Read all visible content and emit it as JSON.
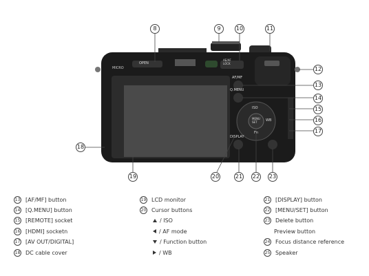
{
  "camera": {
    "brand_mark": "MICRO",
    "labels": {
      "open": "OPEN",
      "ae_af_lock": "AE/AF\nLOCK",
      "af_mf": "AF/MF",
      "q_menu": "Q.MENU",
      "iso": "ISO",
      "wb": "WB",
      "fn": "Fn",
      "menu_set": "MENU\nSET",
      "display": "DISPLAY"
    }
  },
  "callouts": [
    "8",
    "9",
    "10",
    "11",
    "12",
    "13",
    "14",
    "15",
    "16",
    "17",
    "18",
    "19",
    "20",
    "21",
    "22",
    "23"
  ],
  "legend": {
    "col1": [
      {
        "num": "13",
        "text": "[AF/MF] button"
      },
      {
        "num": "14",
        "text": "[Q.MENU] button"
      },
      {
        "num": "15",
        "text": "[REMOTE] socket"
      },
      {
        "num": "16",
        "text": "[HDMI] socketn"
      },
      {
        "num": "17",
        "text": "[AV OUT/DIGITAL]"
      },
      {
        "num": "18",
        "text": "DC cable cover"
      }
    ],
    "col2": [
      {
        "num": "19",
        "text": "LCD monitor"
      },
      {
        "num": "20",
        "text": "Cursor buttons"
      },
      {
        "dir": "up",
        "text": "/ ISO"
      },
      {
        "dir": "left",
        "text": "/ AF mode"
      },
      {
        "dir": "down",
        "text": "/ Function button"
      },
      {
        "dir": "right",
        "text": "/ WB"
      }
    ],
    "col3": [
      {
        "num": "21",
        "text": "[DISPLAY] button"
      },
      {
        "num": "22",
        "text": "[MENU/SET] button"
      },
      {
        "num": "23",
        "text": "Delete button"
      },
      {
        "num": "",
        "text": "Preview button"
      },
      {
        "num": "24",
        "text": "Focus distance reference"
      },
      {
        "num": "25",
        "text": "Speaker"
      }
    ]
  },
  "colors": {
    "body": "#1b1b1b",
    "screen": "#3a3a3a",
    "line": "#444444"
  }
}
